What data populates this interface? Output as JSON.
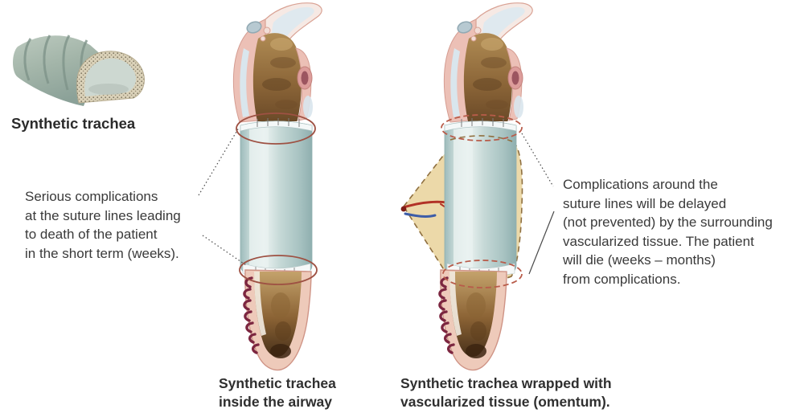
{
  "page": {
    "background": "#ffffff"
  },
  "thumbnail": {
    "label": "Synthetic trachea"
  },
  "annotations": {
    "left": "Serious complications\nat the suture lines leading\nto death of the patient\nin the short term (weeks).",
    "right": "Complications around the\nsuture lines will be delayed\n(not prevented) by the surrounding\nvascularized tissue. The patient\nwill die (weeks – months)\nfrom complications."
  },
  "captions": {
    "middle": "Synthetic trachea\ninside the airway",
    "right": "Synthetic trachea wrapped with\nvascularized tissue (omentum)."
  },
  "colors": {
    "text": "#3a3a3a",
    "ellipse_solid": "#9e5143",
    "ellipse_dashed": "#b85c4a",
    "synthetic_tube": "#bcd2d1",
    "synthetic_trachea_green": "#a7b9ae",
    "omentum": "#ecd9a9",
    "omentum_border": "#8f7040",
    "artery": "#b23226",
    "vein": "#3d5da8",
    "cartilage_ring": "#7c2640",
    "mucosa_brown": "#8a6236",
    "tissue_pink": "#e8b5ab",
    "connector_line": "#4a4a4a"
  }
}
